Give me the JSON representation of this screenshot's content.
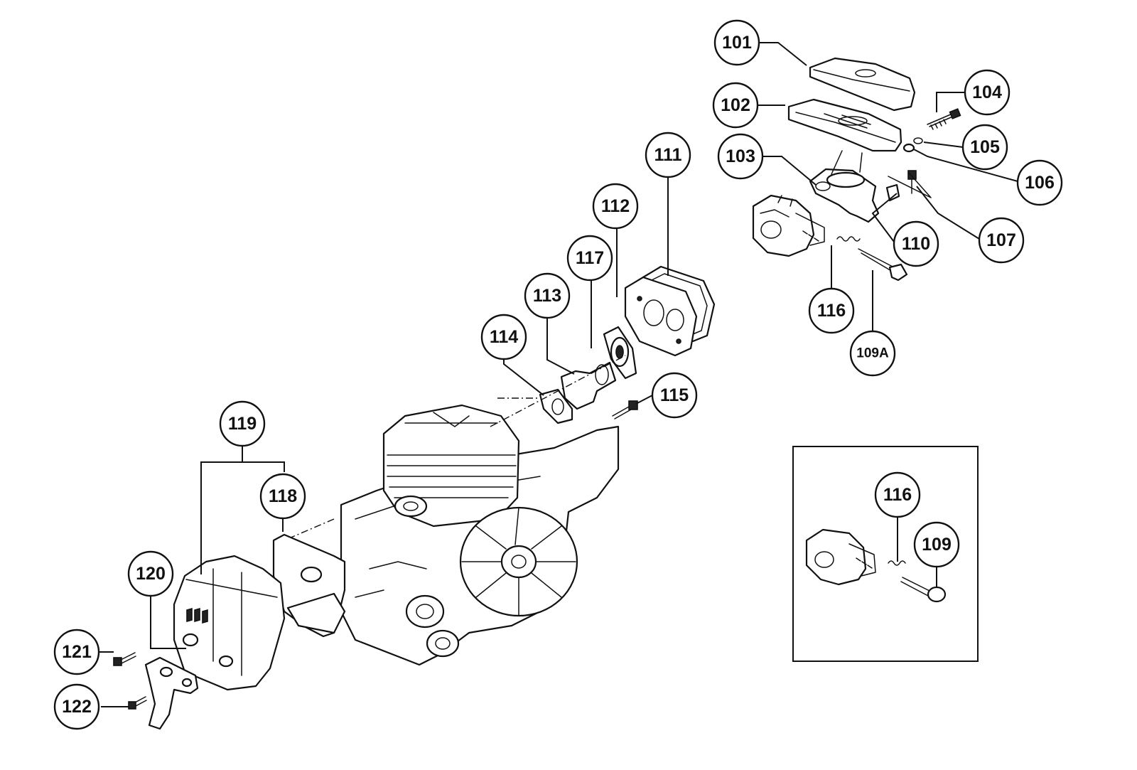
{
  "callouts": {
    "c101": "101",
    "c102": "102",
    "c103": "103",
    "c104": "104",
    "c105": "105",
    "c106": "106",
    "c107": "107",
    "c109a": "109A",
    "c110": "110",
    "c111": "111",
    "c112": "112",
    "c113": "113",
    "c114": "114",
    "c115": "115",
    "c116": "116",
    "c117": "117",
    "c118": "118",
    "c119": "119",
    "c120": "120",
    "c121": "121",
    "c122": "122",
    "inset_116": "116",
    "inset_109": "109"
  }
}
